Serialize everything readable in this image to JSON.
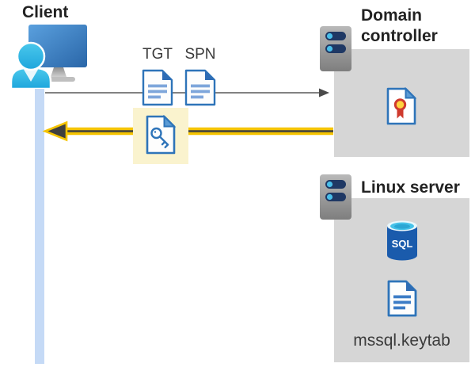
{
  "diagram": {
    "client": {
      "label": "Client"
    },
    "domain_controller": {
      "label": "Domain\ncontroller"
    },
    "linux_server": {
      "label": "Linux server"
    },
    "tickets": {
      "tgt": "TGT",
      "spn": "SPN"
    },
    "sql_database": {
      "label": "SQL"
    },
    "keytab_file": {
      "label": "mssql.keytab"
    }
  },
  "icons": {
    "client": "user-at-computer-icon",
    "lifeline": "client-timeline-bar",
    "request_arrow": "gray-arrow-right",
    "response_arrow": "yellow-arrow-left",
    "tgt": "document-icon",
    "spn": "document-icon",
    "ticket": "key-document-icon",
    "domain_controller": "server-icon",
    "certificate": "certificate-icon",
    "linux_server": "server-icon",
    "sql": "sql-database-icon",
    "keytab": "document-icon"
  },
  "colors": {
    "arrow_yellow": "#F5C400",
    "arrow_dark": "#3F3F3F",
    "request_gray": "#595959",
    "highlight_box": "#FAF3CE",
    "panel_gray": "#D6D6D6",
    "doc_blue": "#2E74B9",
    "doc_line_blue": "#7EA6DB",
    "lifeline_blue": "#C5DAF6",
    "heading_color": "#222222",
    "body_text": "#3C3C3C"
  }
}
